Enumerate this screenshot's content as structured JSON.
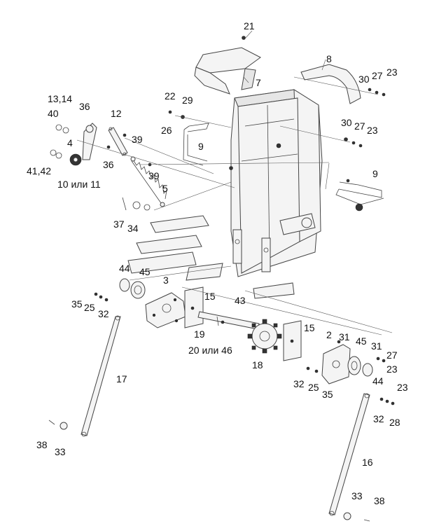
{
  "labels": {
    "l21": "21",
    "l8": "8",
    "l7": "7",
    "l30a": "30",
    "l27a": "27",
    "l23a": "23",
    "l1314": "13,14",
    "l36a": "36",
    "l12": "12",
    "l22": "22",
    "l29": "29",
    "l40": "40",
    "l26": "26",
    "l9a": "9",
    "l30b": "30",
    "l27b": "27",
    "l23b": "23",
    "l39a": "39",
    "l4": "4",
    "l36b": "36",
    "l39b": "39",
    "l4142": "41,42",
    "l10or11": "10 или 11",
    "l5": "5",
    "l9b": "9",
    "l37": "37",
    "l34": "34",
    "l44a": "44",
    "l45a": "45",
    "l3": "3",
    "l15a": "15",
    "l43": "43",
    "l35a": "35",
    "l25a": "25",
    "l32a": "32",
    "l19": "19",
    "l15b": "15",
    "l20or46": "20 или 46",
    "l2": "2",
    "l31a": "31",
    "l45b": "45",
    "l31b": "31",
    "l27c": "27",
    "l18": "18",
    "l23c": "23",
    "l17": "17",
    "l32b": "32",
    "l25b": "25",
    "l35b": "35",
    "l44b": "44",
    "l23d": "23",
    "l32c": "32",
    "l28": "28",
    "l38a": "38",
    "l33a": "33",
    "l16": "16",
    "l33b": "33",
    "l38b": "38"
  }
}
